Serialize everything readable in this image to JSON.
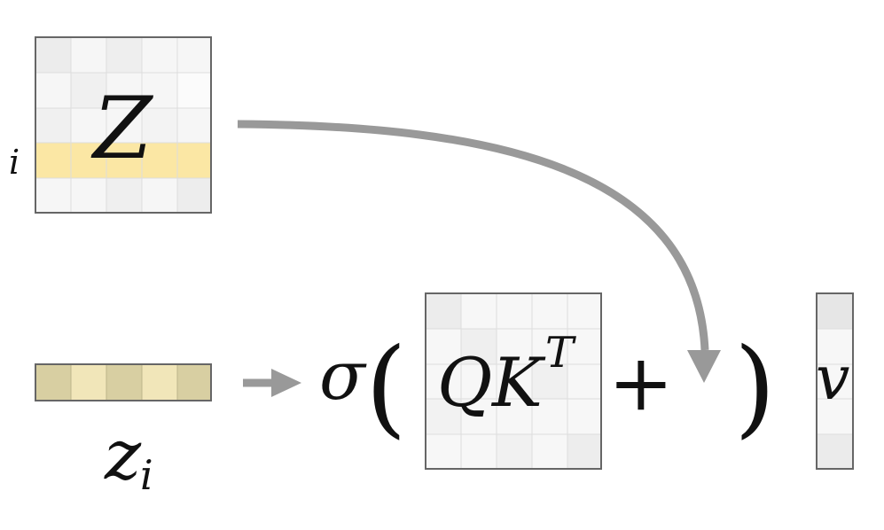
{
  "labels": {
    "Z": "Z",
    "i": "i",
    "z": "z",
    "z_sub": "i",
    "sigma": "σ",
    "lparen": "(",
    "Q": "Q",
    "K": "K",
    "T": "T",
    "plus": "+",
    "rparen": ")",
    "v": "v"
  },
  "colors": {
    "highlight_row": "#fbe7a4",
    "vector_dark": "#d8cfa2",
    "vector_light": "#f1e6b9",
    "arrow": "#999999",
    "grid_border": "#666666",
    "grid_line": "#dddddd"
  }
}
